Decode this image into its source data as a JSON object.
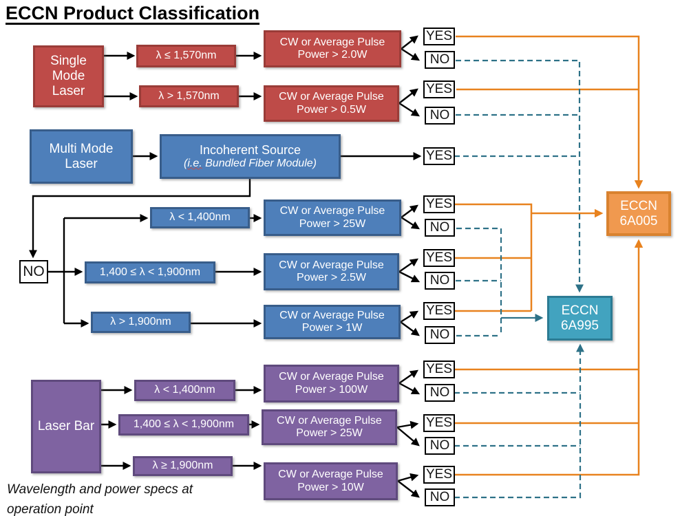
{
  "title": "ECCN Product Classification",
  "footer": "Wavelength and power specs at operation point",
  "labels": {
    "yes": "YES",
    "no": "NO"
  },
  "results": {
    "eccn_6a005": "ECCN 6A005",
    "eccn_6a995": "ECCN 6A995"
  },
  "single_mode_branch": {
    "source": "Single Mode Laser",
    "branch1": "λ ≤ 1,570nm",
    "branch2": "λ > 1,570nm",
    "test1": "CW or Average Pulse Power > 2.0W",
    "test2": "CW or Average Pulse Power > 0.5W"
  },
  "multi_mode_branch": {
    "source": "Multi Mode Laser",
    "incoherent_title": "Incoherent Source",
    "incoherent_paren": "(",
    "incoherent_ie": "i.e.",
    "incoherent_rest": " Bundled Fiber Module)",
    "no_gate": "NO",
    "branch1": "λ < 1,400nm",
    "branch2": "1,400 ≤ λ < 1,900nm",
    "branch3": "λ > 1,900nm",
    "test1": "CW or Average Pulse Power > 25W",
    "test2": "CW or Average Pulse Power > 2.5W",
    "test3": "CW or Average Pulse Power > 1W"
  },
  "laser_bar_branch": {
    "source": "Laser Bar",
    "branch1": "λ < 1,400nm",
    "branch2": "1,400 ≤ λ < 1,900nm",
    "branch3": "λ ≥ 1,900nm",
    "test1": "CW or Average Pulse Power > 100W",
    "test2": "CW or Average Pulse Power > 25W",
    "test3": "CW or Average Pulse Power > 10W"
  },
  "colors": {
    "red_node": "#BE4B48",
    "blue_node": "#4E7FBA",
    "purple_node": "#7F63A1",
    "orange_node": "#F0994F",
    "teal_node": "#42A3BF",
    "yes_line": "#E8821E",
    "no_line": "#2D7187",
    "black_line": "#000000"
  }
}
